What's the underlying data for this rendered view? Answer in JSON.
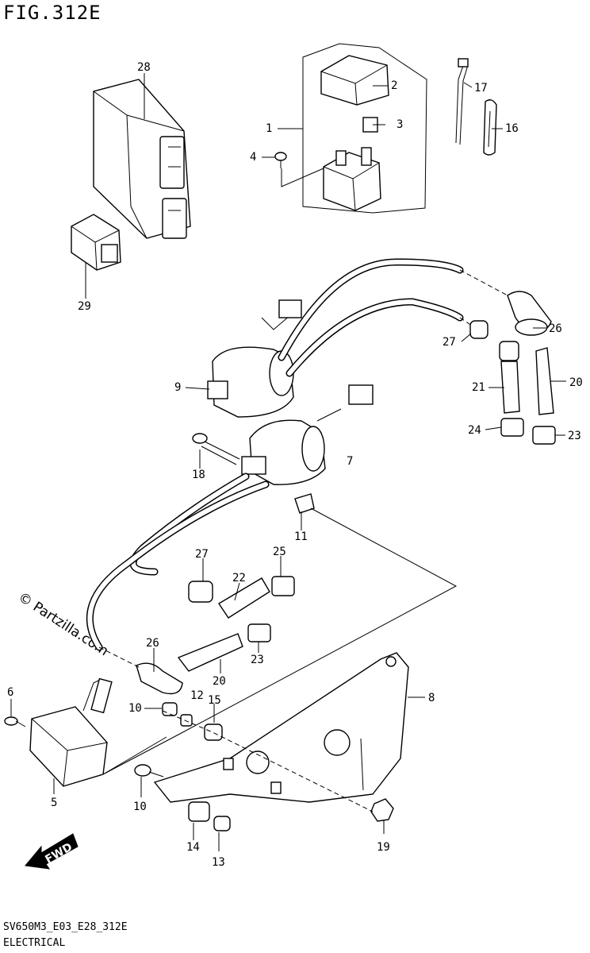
{
  "title": "FIG.312E",
  "footer": {
    "code": "SV650M3_E03_E28_312E",
    "name": "ELECTRICAL"
  },
  "watermark": "© Partzilla.com",
  "fwd_label": "FWD",
  "callouts": [
    "28",
    "2",
    "1",
    "3",
    "4",
    "17",
    "16",
    "29",
    "26",
    "27",
    "21",
    "20",
    "9",
    "24",
    "23",
    "7",
    "18",
    "11",
    "27",
    "25",
    "22",
    "26",
    "23",
    "20",
    "6",
    "10",
    "12",
    "15",
    "8",
    "5",
    "10",
    "14",
    "13",
    "19"
  ]
}
